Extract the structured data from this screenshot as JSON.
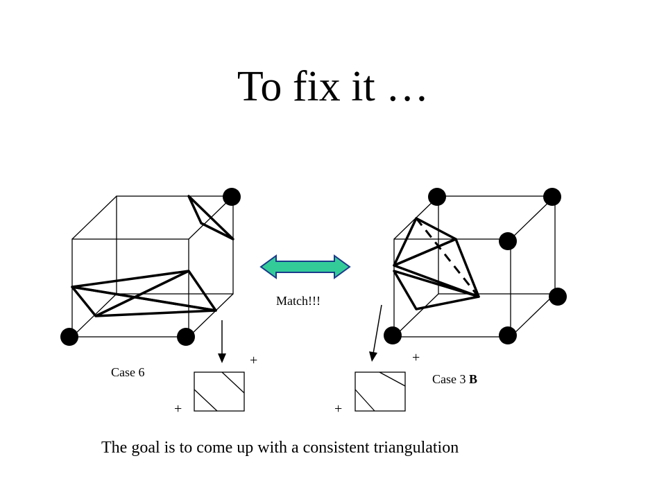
{
  "slide": {
    "title": "To fix it …",
    "match_label": "Match!!!",
    "left_case": "Case 6",
    "right_case_prefix": "Case 3 ",
    "right_case_bold": "B",
    "plus_sign": "+",
    "caption": "The goal is to come up with a consistent triangulation",
    "arrow_color": "#33cc99"
  }
}
